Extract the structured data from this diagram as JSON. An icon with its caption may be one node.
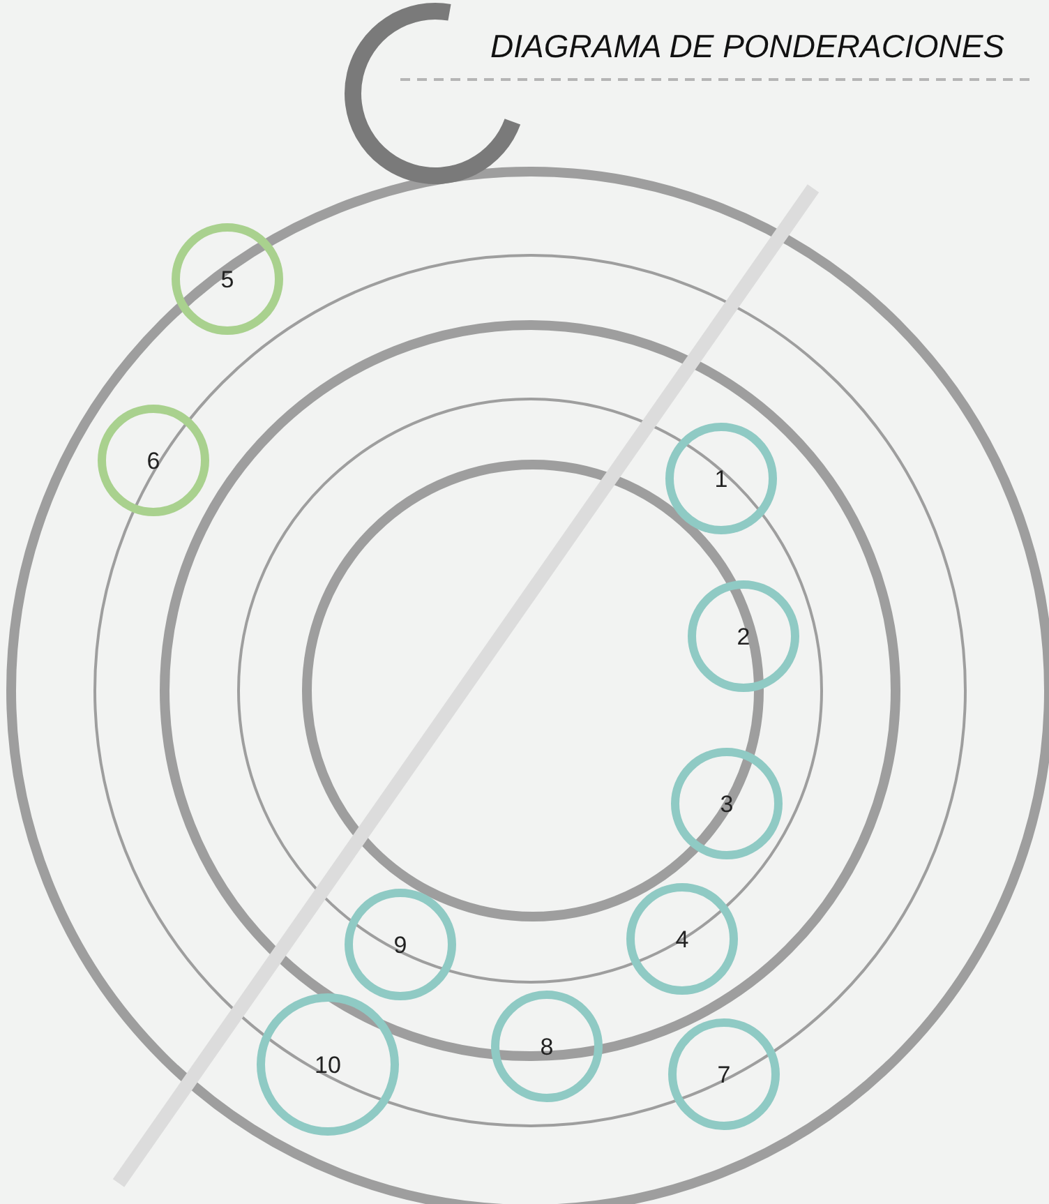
{
  "diagram": {
    "title": "DIAGRAMA DE PONDERACIONES",
    "nodes": [
      {
        "text": [
          "5"
        ]
      },
      {
        "text": [
          "6"
        ]
      },
      {
        "text": [
          "1"
        ]
      },
      {
        "text": [
          "2"
        ]
      },
      {
        "text": [
          "3"
        ]
      },
      {
        "text": [
          "4"
        ]
      },
      {
        "text": [
          "9"
        ]
      },
      {
        "text": [
          "8"
        ]
      },
      {
        "text": [
          "10"
        ]
      },
      {
        "text": [
          "7"
        ]
      }
    ]
  }
}
